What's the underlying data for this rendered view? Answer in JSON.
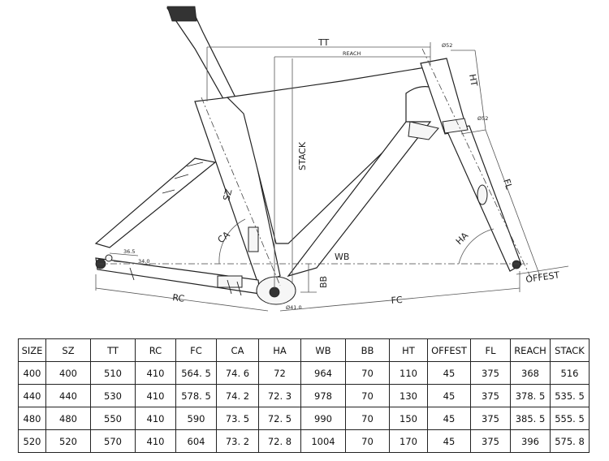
{
  "diagram": {
    "labels": {
      "tt": "TT",
      "reach": "REACH",
      "stack": "STACK",
      "ht": "HT",
      "fl": "FL",
      "ha": "HA",
      "ca": "CA",
      "sz": "SZ",
      "wb": "WB",
      "bb": "BB",
      "rc": "RC",
      "fc": "FC",
      "offest": "OFFEST",
      "d521_top": "Ø52",
      "d521_bottom": "Ø52",
      "d410": "Ø41.0",
      "d365": "36.5",
      "d340": "34.0"
    }
  },
  "geometry_table": {
    "headers": [
      "SIZE",
      "SZ",
      "TT",
      "RC",
      "FC",
      "CA",
      "HA",
      "WB",
      "BB",
      "HT",
      "OFFEST",
      "FL",
      "REACH",
      "STACK"
    ],
    "rows": [
      [
        "400",
        "400",
        "510",
        "410",
        "564. 5",
        "74. 6",
        "72",
        "964",
        "70",
        "110",
        "45",
        "375",
        "368",
        "516"
      ],
      [
        "440",
        "440",
        "530",
        "410",
        "578. 5",
        "74. 2",
        "72. 3",
        "978",
        "70",
        "130",
        "45",
        "375",
        "378. 5",
        "535. 5"
      ],
      [
        "480",
        "480",
        "550",
        "410",
        "590",
        "73. 5",
        "72. 5",
        "990",
        "70",
        "150",
        "45",
        "375",
        "385. 5",
        "555. 5"
      ],
      [
        "520",
        "520",
        "570",
        "410",
        "604",
        "73. 2",
        "72. 8",
        "1004",
        "70",
        "170",
        "45",
        "375",
        "396",
        "575. 8"
      ]
    ]
  }
}
